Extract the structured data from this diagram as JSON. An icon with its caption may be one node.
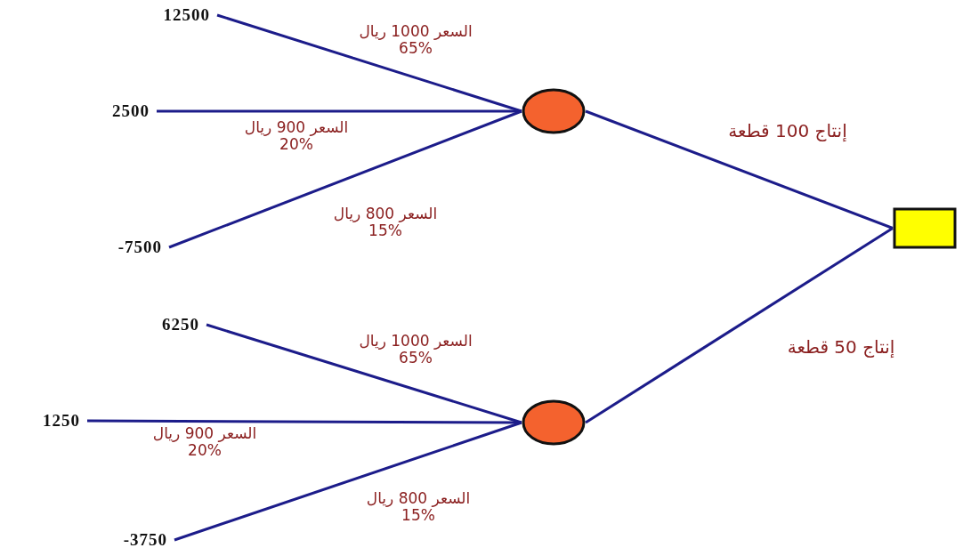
{
  "diagram": {
    "nodes": [
      {
        "text": [],
        "shape": "box"
      },
      {
        "text": [],
        "shape": "circle"
      },
      {
        "text": [],
        "shape": "circle"
      },
      {
        "text": [
          "12500"
        ]
      },
      {
        "text": [
          "2500"
        ]
      },
      {
        "text": [
          "-7500"
        ]
      },
      {
        "text": [
          "6250"
        ]
      },
      {
        "text": [
          "1250"
        ]
      },
      {
        "text": [
          "-3750"
        ]
      }
    ],
    "edges": [
      {
        "from": 0,
        "to": 1,
        "arrow": "none",
        "label": "إنتاج 100 قطعة"
      },
      {
        "from": 0,
        "to": 2,
        "arrow": "none",
        "label": "إنتاج 50 قطعة"
      },
      {
        "from": 1,
        "to": 3,
        "arrow": "none",
        "label": "السعر 1000 ريال %65"
      },
      {
        "from": 1,
        "to": 4,
        "arrow": "none",
        "label": "السعر 900 ريال %20"
      },
      {
        "from": 1,
        "to": 5,
        "arrow": "none",
        "label": "السعر 800 ريال %15"
      },
      {
        "from": 2,
        "to": 6,
        "arrow": "none",
        "label": "السعر 1000 ريال %65"
      },
      {
        "from": 2,
        "to": 7,
        "arrow": "none",
        "label": "السعر 900 ريال %20"
      },
      {
        "from": 2,
        "to": 8,
        "arrow": "none",
        "label": "السعر 800 ريال %15"
      }
    ]
  }
}
